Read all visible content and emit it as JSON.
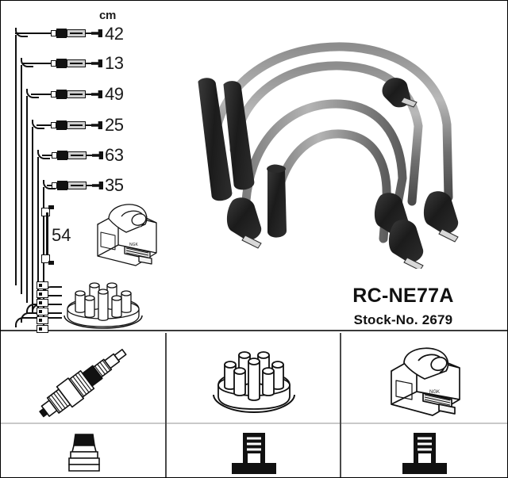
{
  "product": {
    "code": "RC-NE77A",
    "stock_label": "Stock-No. 2679"
  },
  "measurements": {
    "unit_header": "cm",
    "plug_leads": [
      {
        "length": "42"
      },
      {
        "length": "13"
      },
      {
        "length": "49"
      },
      {
        "length": "25"
      },
      {
        "length": "63"
      },
      {
        "length": "35"
      }
    ],
    "coil_lead": {
      "length": "54"
    }
  },
  "diagram": {
    "wire_set_photo": "ignition-wire-set-photo",
    "coil_icon": "ignition-coil",
    "distributor_cap_icon": "distributor-cap",
    "coil_wire_connector": "right-angle-connector"
  },
  "legend_panels": [
    {
      "id": "spark-plug",
      "component_icon": "spark-plug",
      "terminal_icon": "spark-plug-boot-terminal"
    },
    {
      "id": "distributor",
      "component_icon": "distributor-cap",
      "terminal_icon": "distributor-terminal"
    },
    {
      "id": "coil",
      "component_icon": "ignition-coil",
      "terminal_icon": "coil-terminal"
    }
  ],
  "colors": {
    "ink": "#111111",
    "border": "#3a3a3a",
    "divider": "#c9c9c9",
    "metal": "#cfcfcf"
  }
}
